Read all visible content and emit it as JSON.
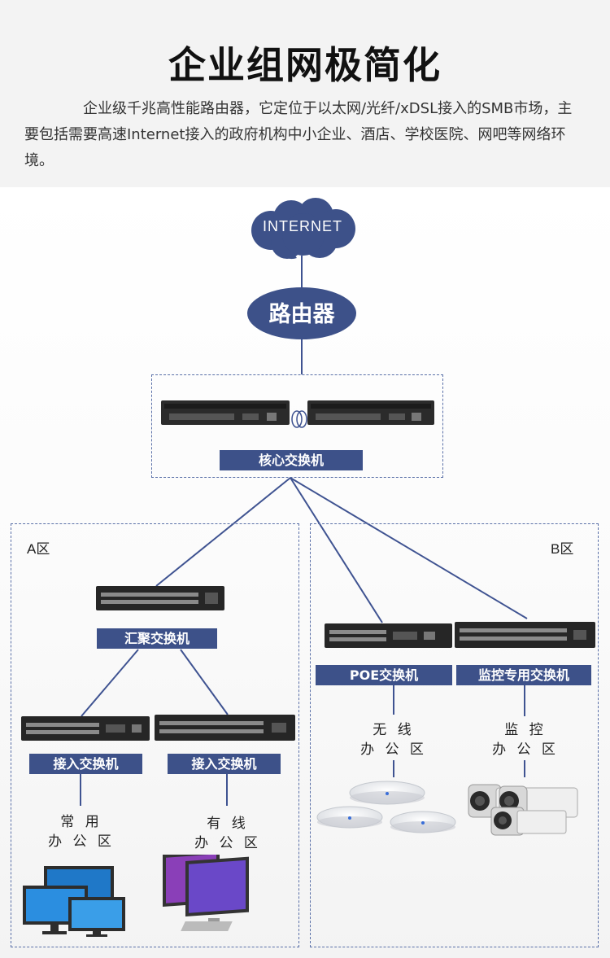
{
  "header": {
    "title": "企业组网极简化",
    "intro": "企业级千兆高性能路由器，它定位于以太网/光纤/xDSL接入的SMB市场，主要包括需要高速Internet接入的政府机构中小企业、酒店、学校医院、网吧等网络环境。"
  },
  "diagram": {
    "cloud_label": "INTERNET",
    "router_label": "路由器",
    "core_label": "核心交换机",
    "zone_a": {
      "label": "A区",
      "aggregation_label": "汇聚交换机",
      "access_left_label": "接入交换机",
      "access_right_label": "接入交换机",
      "office_left": [
        "常 用",
        "办 公 区"
      ],
      "office_right": [
        "有 线",
        "办 公 区"
      ]
    },
    "zone_b": {
      "label": "B区",
      "poe_label": "POE交换机",
      "monitor_label": "监控专用交换机",
      "wireless_area": [
        "无 线",
        "办 公 区"
      ],
      "monitor_area": [
        "监 控",
        "办 公 区"
      ]
    },
    "colors": {
      "accent": "#3d5189",
      "line": "#3f5391",
      "device": "#262626"
    }
  }
}
